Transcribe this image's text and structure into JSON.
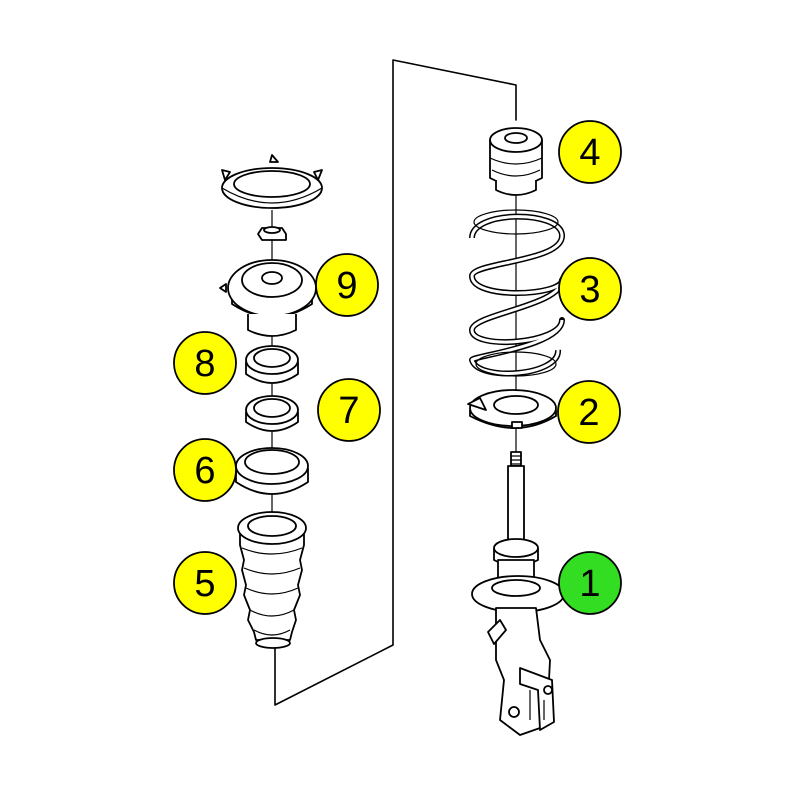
{
  "colors": {
    "badge_default": "#ffff00",
    "badge_highlight": "#33dd22",
    "stroke": "#000000",
    "background": "#ffffff"
  },
  "callouts": [
    {
      "id": "1",
      "label": "1",
      "highlighted": true
    },
    {
      "id": "2",
      "label": "2",
      "highlighted": false
    },
    {
      "id": "3",
      "label": "3",
      "highlighted": false
    },
    {
      "id": "4",
      "label": "4",
      "highlighted": false
    },
    {
      "id": "5",
      "label": "5",
      "highlighted": false
    },
    {
      "id": "6",
      "label": "6",
      "highlighted": false
    },
    {
      "id": "7",
      "label": "7",
      "highlighted": false
    },
    {
      "id": "8",
      "label": "8",
      "highlighted": false
    },
    {
      "id": "9",
      "label": "9",
      "highlighted": false
    }
  ]
}
